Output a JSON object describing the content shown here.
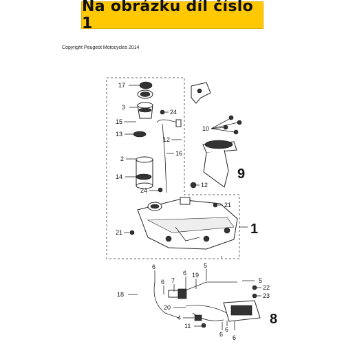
{
  "banner": {
    "title": "Na obrázku díl číslo 1"
  },
  "copyright": "Copyright Peugeot Motocycles 2014",
  "callouts": {
    "c17": "17",
    "c3": "3",
    "c24a": "24",
    "c15": "15",
    "c13": "13",
    "c12a": "12",
    "c16": "16",
    "c2": "2",
    "c14": "14",
    "c24b": "24",
    "c10": "10",
    "c12b": "12",
    "c21a": "21",
    "c21b": "21",
    "c6a": "6",
    "c6b": "6",
    "c6c": "6",
    "c5a": "5",
    "c5b": "5",
    "c7": "7",
    "c19": "19",
    "c18": "18",
    "c22": "22",
    "c23": "23",
    "c20": "20",
    "c4": "4",
    "c11": "11",
    "c6d": "6",
    "c6e": "6",
    "c6f": "6"
  },
  "big_callouts": {
    "b9": "9",
    "b1": "1",
    "b8": "8"
  }
}
